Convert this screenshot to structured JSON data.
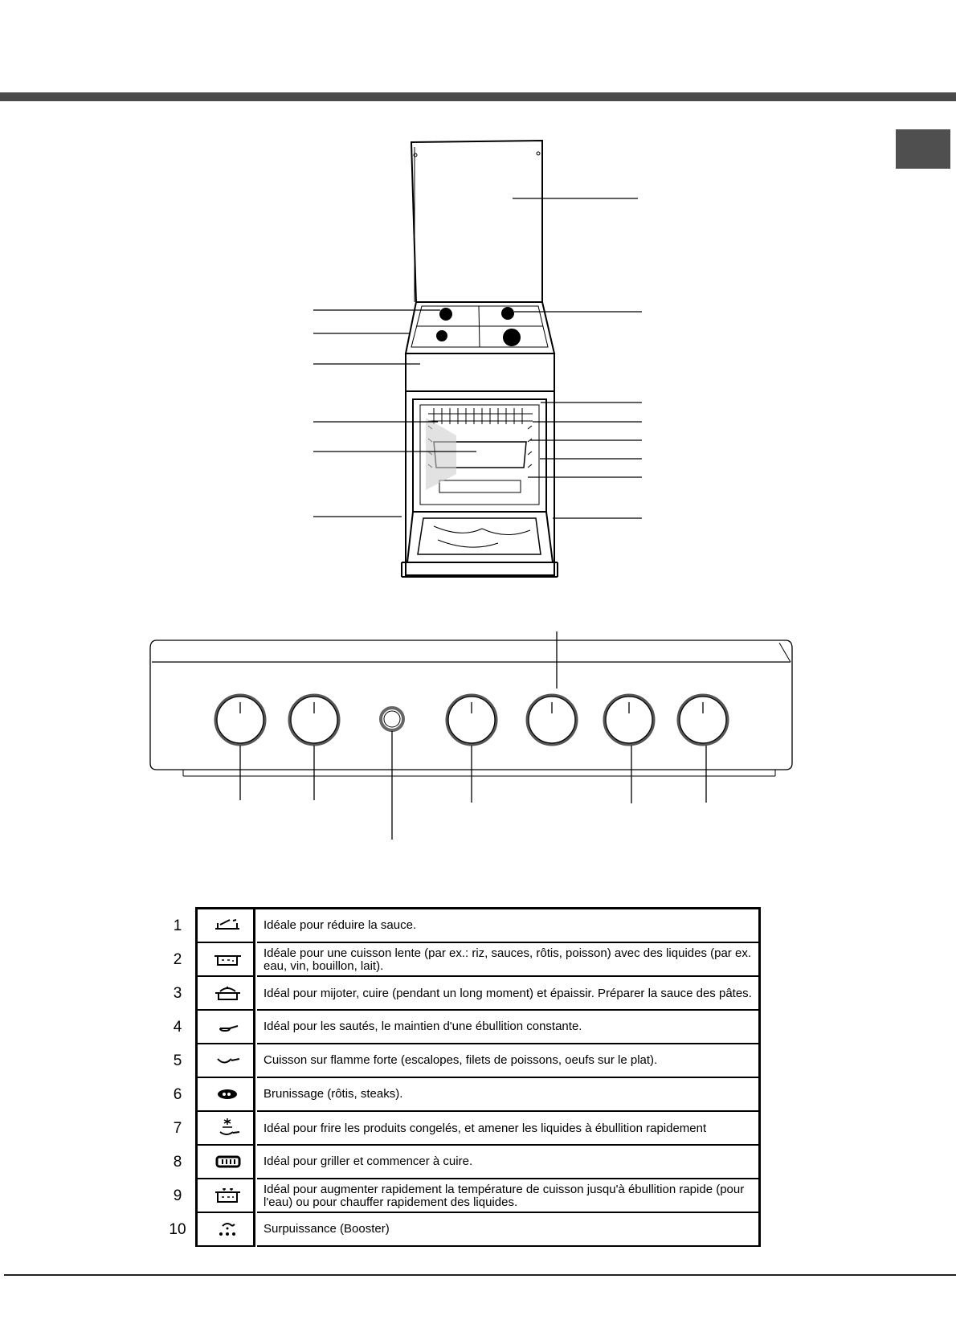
{
  "guide": {
    "rows": [
      {
        "num": "1",
        "icon": "sauce-reduction-icon",
        "text": "Idéale pour réduire la sauce."
      },
      {
        "num": "2",
        "icon": "slow-cook-liquid-icon",
        "text": "Idéale pour une cuisson lente (par ex.: riz, sauces, rôtis, poisson) avec des liquides (par ex. eau, vin, bouillon, lait)."
      },
      {
        "num": "3",
        "icon": "pot-simmer-icon",
        "text": "Idéal pour mijoter, cuire (pendant un long moment) et épaissir. Préparer la sauce des pâtes."
      },
      {
        "num": "4",
        "icon": "sauté-pan-icon",
        "text": "Idéal pour les sautés, le maintien d'une ébullition constante."
      },
      {
        "num": "5",
        "icon": "frying-pan-icon",
        "text": "Cuisson sur flamme forte (escalopes, filets de poissons, oeufs sur le plat)."
      },
      {
        "num": "6",
        "icon": "browning-roast-icon",
        "text": "Brunissage (rôtis, steaks)."
      },
      {
        "num": "7",
        "icon": "frozen-frying-icon",
        "text": "Idéal pour frire les produits congelés, et amener les liquides à ébullition rapidement"
      },
      {
        "num": "8",
        "icon": "grill-icon",
        "text": "Idéal pour griller et commencer à cuire."
      },
      {
        "num": "9",
        "icon": "rapid-boil-icon",
        "text": "Idéal pour augmenter rapidement la température de cuisson jusqu'à ébullition rapide (pour l'eau) ou pour chauffer rapidement des liquides."
      },
      {
        "num": "10",
        "icon": "booster-icon",
        "text": "Surpuissance (Booster)"
      }
    ]
  },
  "colors": {
    "header_bar": "#4a4a4a",
    "side_tab": "#4f4f4f",
    "line": "#000000"
  }
}
